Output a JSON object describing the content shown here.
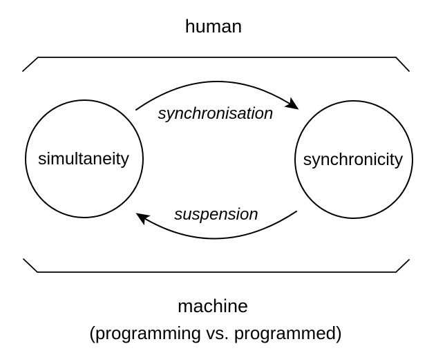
{
  "colors": {
    "background": "#ffffff",
    "line": "#000000",
    "text": "#000000"
  },
  "diagram": {
    "top_domain_label": "human",
    "bottom_domain_label": "machine",
    "bottom_domain_sublabel": "(programming vs. programmed)",
    "nodes": {
      "left": "simultaneity",
      "right": "synchronicity"
    },
    "edges": {
      "forward": "synchronisation",
      "backward": "suspension"
    }
  }
}
